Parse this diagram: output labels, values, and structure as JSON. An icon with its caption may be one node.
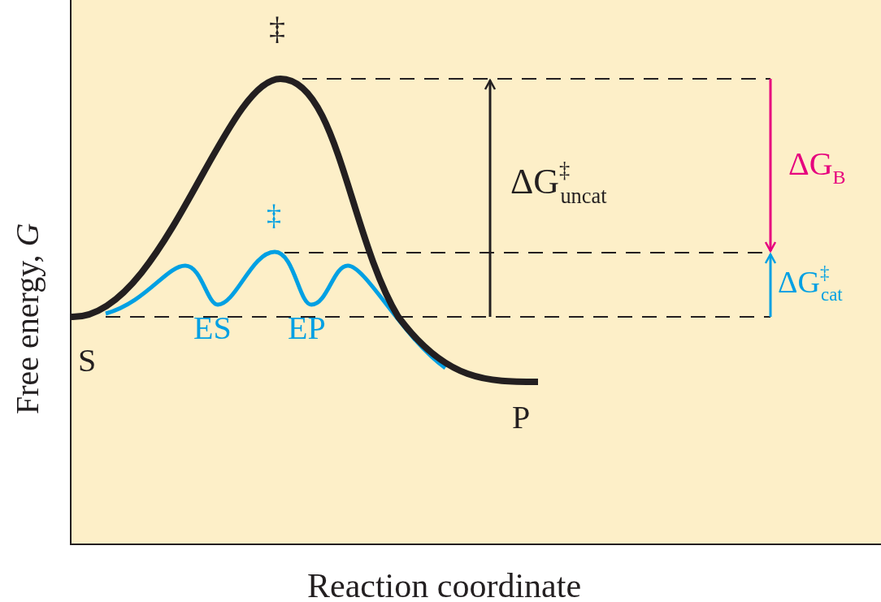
{
  "diagram": {
    "labels": [
      "‡",
      "‡",
      "ΔG$^{‡}$$_{uncat}$",
      "ΔG$_{B}$",
      "ΔG$^{‡}$$_{cat}$",
      "ES",
      "EP",
      "S",
      "P",
      "Free energy, *G*",
      "Reaction coordinate"
    ]
  }
}
